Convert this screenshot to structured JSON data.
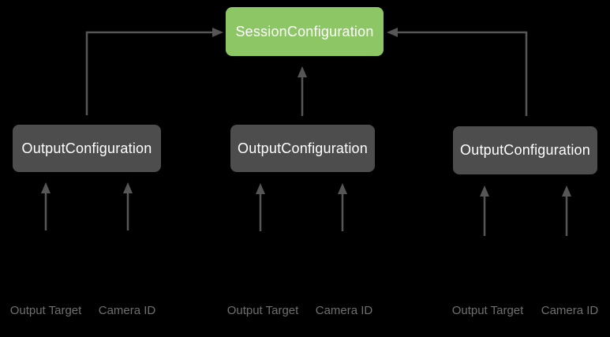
{
  "colors": {
    "background": "#000000",
    "session-fill": "#8CC665",
    "node-fill": "#4D4D4D",
    "arrow": "#565656",
    "node-text": "#FFFFFF",
    "input-label-text": "#6F6F6F"
  },
  "diagram": {
    "session_node": {
      "label": "SessionConfiguration"
    },
    "output_nodes": [
      {
        "label": "OutputConfiguration"
      },
      {
        "label": "OutputConfiguration"
      },
      {
        "label": "OutputConfiguration"
      }
    ],
    "input_labels": [
      {
        "label": "Output Target"
      },
      {
        "label": "Camera ID"
      },
      {
        "label": "Output Target"
      },
      {
        "label": "Camera ID"
      },
      {
        "label": "Output Target"
      },
      {
        "label": "Camera ID"
      }
    ],
    "arrows": [
      "output-configuration-1 to session-configuration",
      "output-configuration-2 to session-configuration",
      "output-configuration-3 to session-configuration",
      "output-target-1 to output-configuration-1",
      "camera-id-1 to output-configuration-1",
      "output-target-2 to output-configuration-2",
      "camera-id-2 to output-configuration-2",
      "output-target-3 to output-configuration-3",
      "camera-id-3 to output-configuration-3"
    ]
  }
}
